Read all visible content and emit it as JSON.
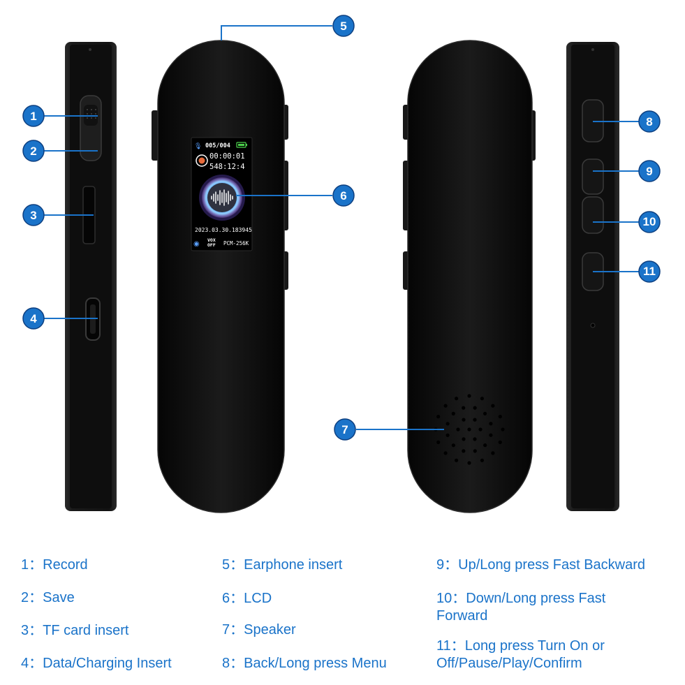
{
  "callouts": [
    {
      "id": "1",
      "label": "Record"
    },
    {
      "id": "2",
      "label": "Save"
    },
    {
      "id": "3",
      "label": "TF card insert"
    },
    {
      "id": "4",
      "label": "Data/Charging Insert"
    },
    {
      "id": "5",
      "label": "Earphone insert"
    },
    {
      "id": "6",
      "label": "LCD"
    },
    {
      "id": "7",
      "label": "Speaker"
    },
    {
      "id": "8",
      "label": "Back/Long press Menu"
    },
    {
      "id": "9",
      "label": "Up/Long press Fast Backward"
    },
    {
      "id": "10",
      "label_line1": "Down/Long press Fast",
      "label_line2": "Forward"
    },
    {
      "id": "11",
      "label_line1": "Long press Turn On or",
      "label_line2": "Off/Pause/Play/Confirm"
    }
  ],
  "separator": "：",
  "screen": {
    "file_counter": "005/004",
    "elapsed_time": "00:00:01",
    "remaining_time": "548:12:4",
    "date_stamp": "2023.03.30.183945",
    "vox_line1": "VOX",
    "vox_line2": "OFF",
    "format": "PCM-256K"
  },
  "colors": {
    "callout_blue": "#1a73c9",
    "legend_text": "#1a73c9",
    "device_body": "#111111"
  }
}
